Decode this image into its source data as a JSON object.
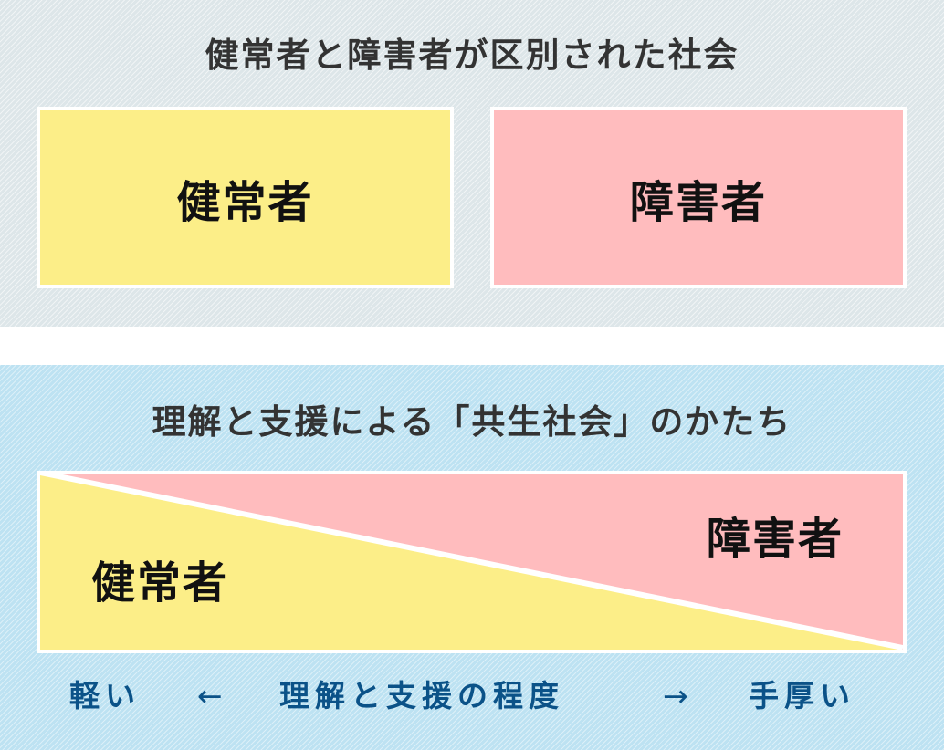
{
  "colors": {
    "top_background": "#dde6e9",
    "bottom_background": "#bde2f2",
    "healthy_fill": "#fcee88",
    "disabled_fill": "#ffbcbe",
    "border": "#ffffff",
    "title_text": "#333333",
    "label_text": "#111111",
    "scale_text": "#0b5288"
  },
  "segregated_society": {
    "title": "健常者と障害者が区別された社会",
    "boxes": [
      {
        "label": "健常者",
        "color": "#fcee88"
      },
      {
        "label": "障害者",
        "color": "#ffbcbe"
      }
    ]
  },
  "inclusive_society": {
    "title": "理解と支援による「共生社会」のかたち",
    "triangle": {
      "healthy_label": "健常者",
      "disabled_label": "障害者"
    },
    "scale": {
      "low": "軽い",
      "left_arrow": "←",
      "axis_label": "理解と支援の程度",
      "right_arrow": "→",
      "high": "手厚い"
    }
  }
}
